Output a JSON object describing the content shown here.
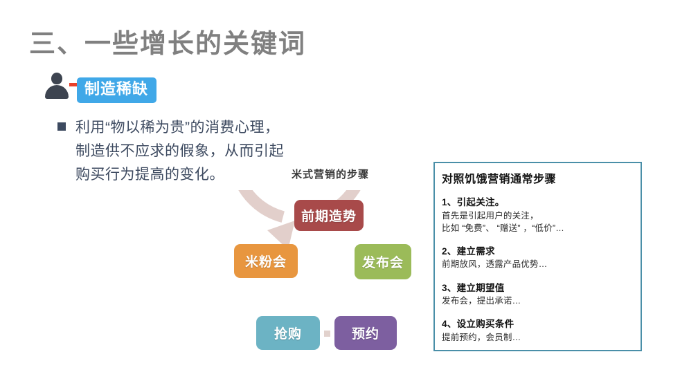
{
  "slide": {
    "title": "三、一些增长的关键词",
    "title_color": "#808080"
  },
  "keyword": {
    "icon": "person-icon",
    "label": "制造稀缺",
    "badge_color": "#40a8e8",
    "pointer_color": "#e8402a"
  },
  "bullet": {
    "marker": "square-bullet",
    "text": "利用“物以稀为贵”的消费心理，制造供不应求的假象，从而引起购买行为提高的变化。",
    "text_color": "#3d4a60"
  },
  "cycle": {
    "title": "米式营销的步骤",
    "ring_color": "#e2cfcb",
    "connector_color": "#e2d2cd",
    "nodes": [
      {
        "label": "前期造势",
        "color": "#a84a4a",
        "position": "top"
      },
      {
        "label": "发布会",
        "color": "#9bbb59",
        "position": "right"
      },
      {
        "label": "预约",
        "color": "#7d5fa0",
        "position": "bottom-right"
      },
      {
        "label": "抢购",
        "color": "#6cb3c4",
        "position": "bottom-left"
      },
      {
        "label": "米粉会",
        "color": "#e8963f",
        "position": "left"
      }
    ]
  },
  "panel": {
    "heading": "对照饥饿营销通常步骤",
    "border_color": "#4a8fa8",
    "steps": [
      {
        "title": "1、引起关注。",
        "desc_line1": "首先是引起用户的关注，",
        "desc_line2": "比如 “免费”、 “赠送” ，“低价”…"
      },
      {
        "title": "2、建立需求",
        "desc_line1": "前期放风，透露产品优势…",
        "desc_line2": ""
      },
      {
        "title": "3、建立期望值",
        "desc_line1": "发布会，提出承诺…",
        "desc_line2": ""
      },
      {
        "title": "4、设立购买条件",
        "desc_line1": "提前预约，会员制…",
        "desc_line2": ""
      }
    ]
  }
}
